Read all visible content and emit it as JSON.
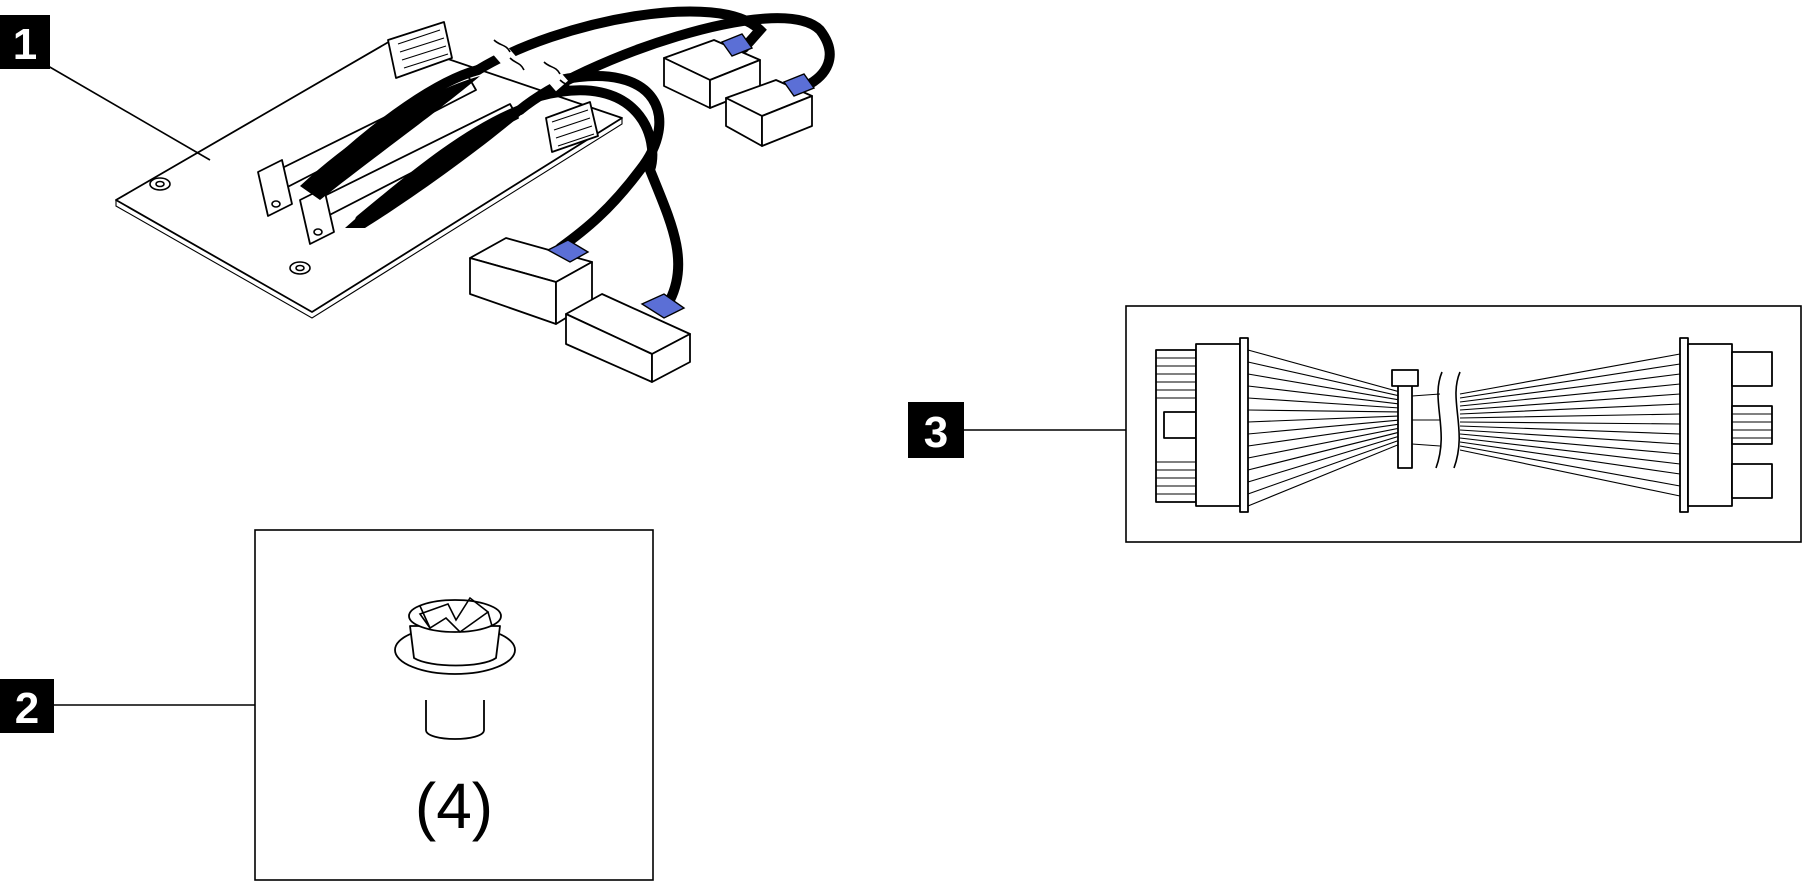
{
  "colors": {
    "callout_bg": "#000000",
    "callout_text": "#ffffff",
    "line_art": "#000000",
    "connector_tab": "#5b6fd6"
  },
  "callouts": [
    {
      "label": "1",
      "part": "riser-card-with-cables"
    },
    {
      "label": "2",
      "part": "screws"
    },
    {
      "label": "3",
      "part": "power-cable"
    }
  ],
  "screw_box": {
    "quantity_label": "(4)"
  }
}
